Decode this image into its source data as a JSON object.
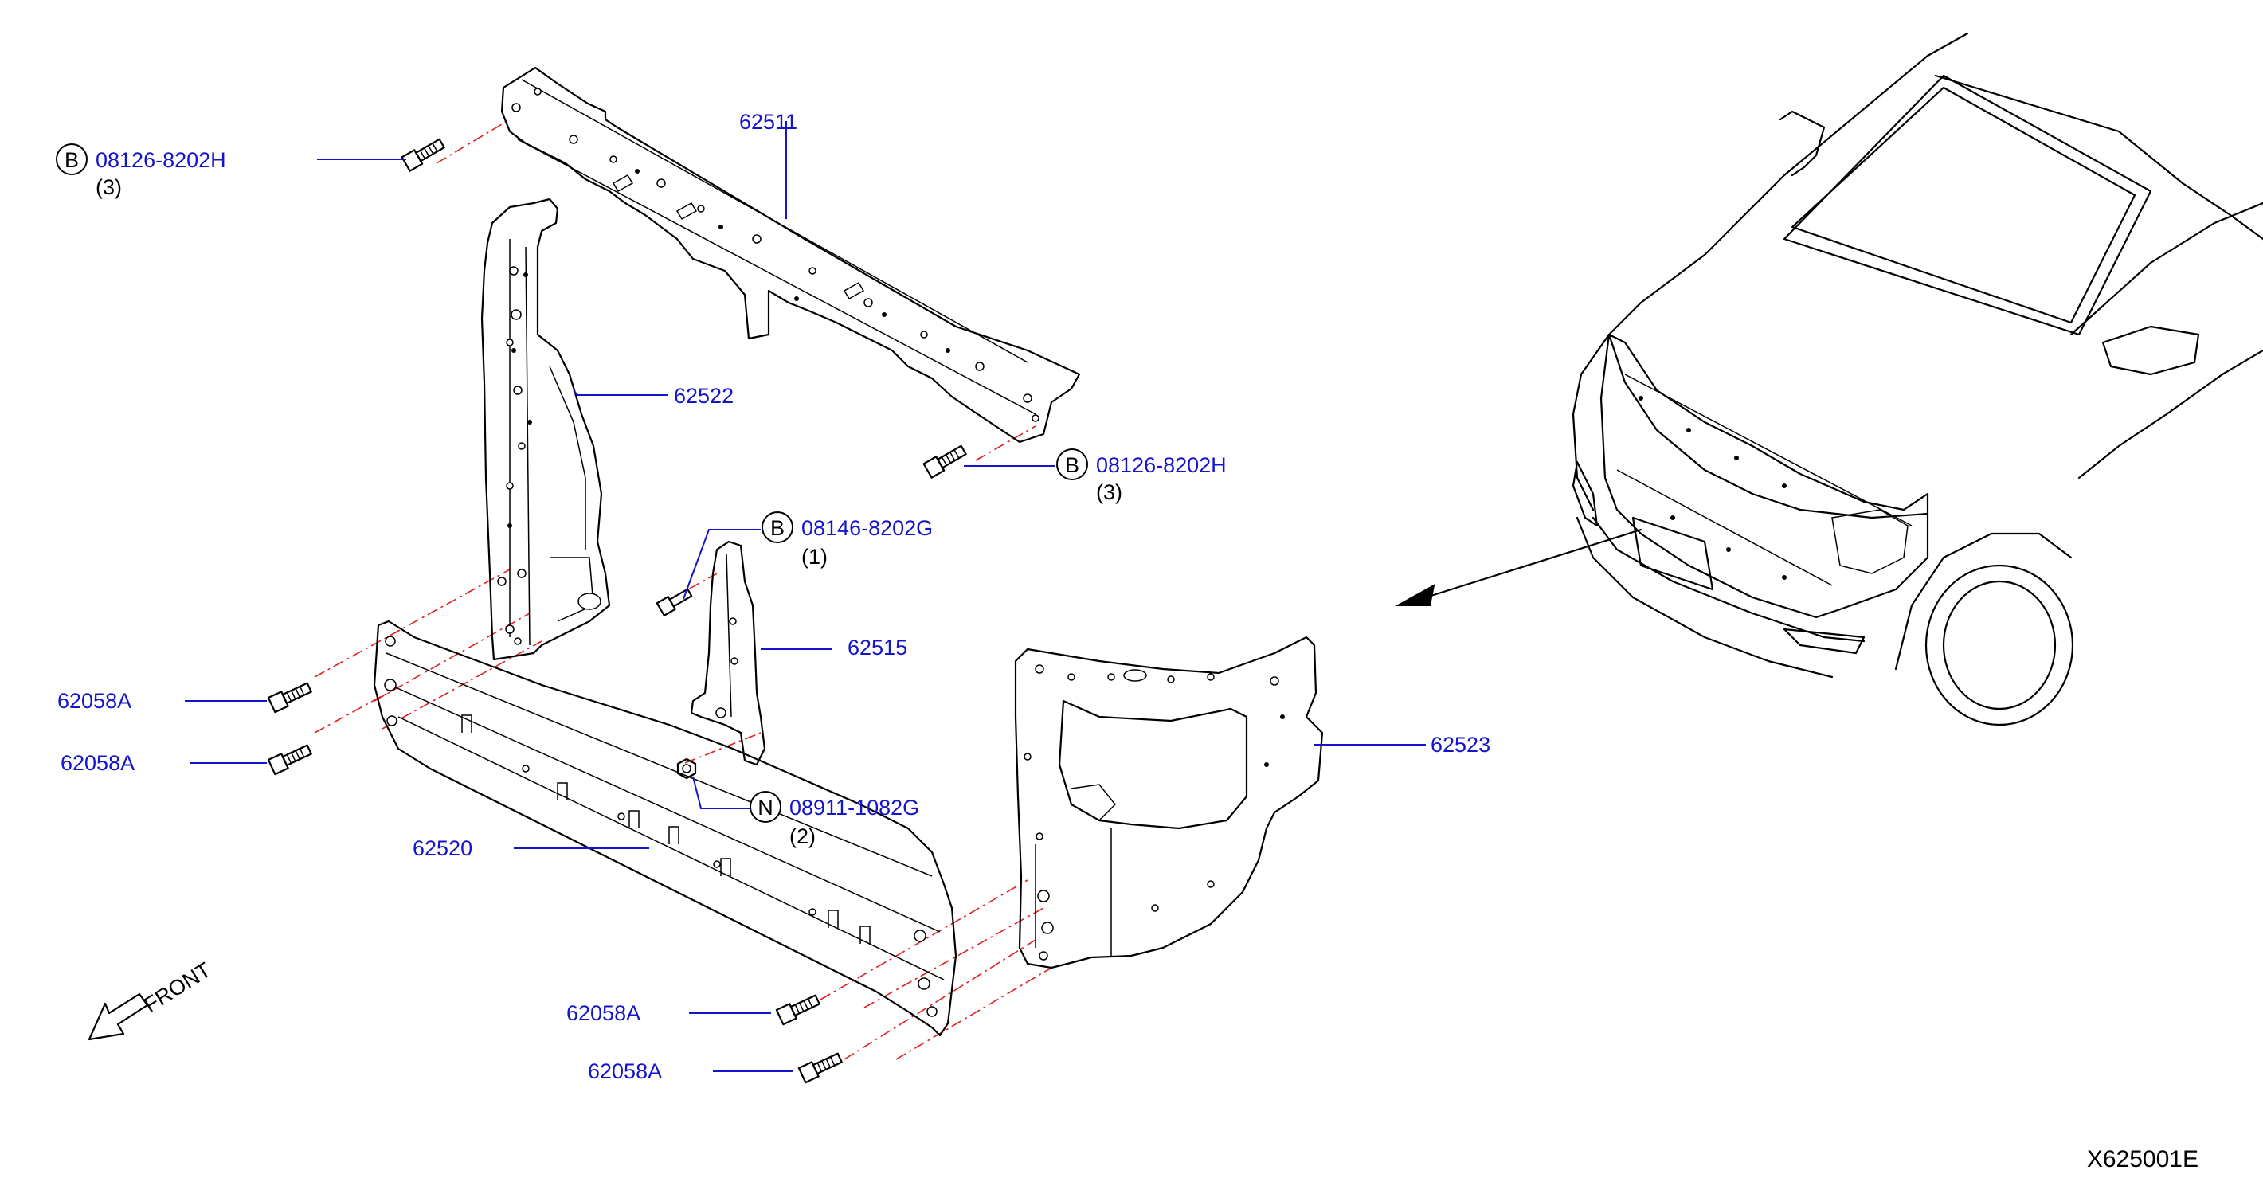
{
  "callouts": {
    "bolt_top_left": {
      "symbol": "B",
      "part": "08126-8202H",
      "qty": "(3)"
    },
    "bolt_top_right": {
      "symbol": "B",
      "part": "08126-8202H",
      "qty": "(3)"
    },
    "bolt_center": {
      "symbol": "B",
      "part": "08146-8202G",
      "qty": "(1)"
    },
    "nut_center": {
      "symbol": "N",
      "part": "08911-1082G",
      "qty": "(2)"
    },
    "p62511": "62511",
    "p62522": "62522",
    "p62515": "62515",
    "p62523": "62523",
    "p62520": "62520",
    "clip_1": "62058A",
    "clip_2": "62058A",
    "clip_3": "62058A",
    "clip_4": "62058A"
  },
  "front_label": "FRONT",
  "diagram_id": "X625001E",
  "colors": {
    "label": "#1414cc",
    "line": "#000000",
    "centerline": "#e02020"
  }
}
